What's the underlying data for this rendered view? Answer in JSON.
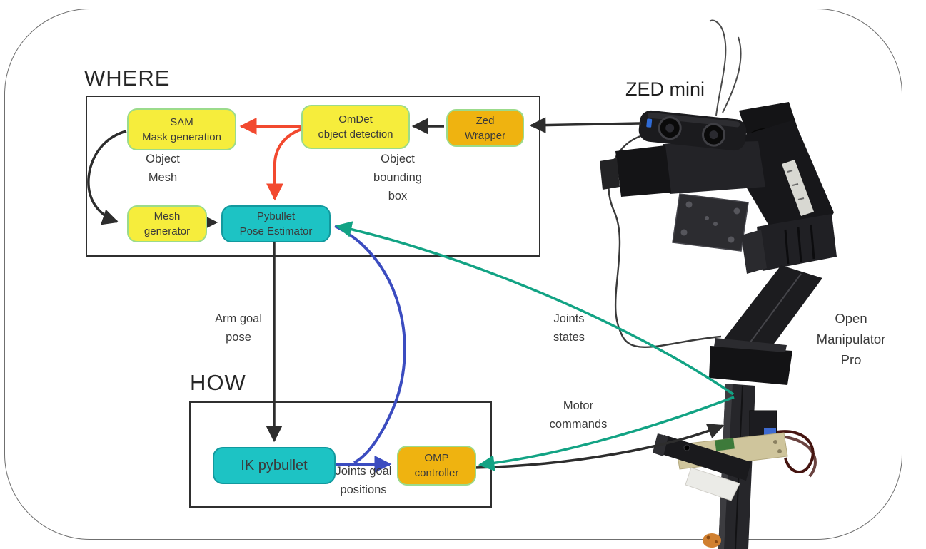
{
  "titles": {
    "where": "WHERE",
    "how": "HOW"
  },
  "photo_labels": {
    "zed_mini": "ZED mini",
    "open_manipulator": {
      "line1": "Open",
      "line2": "Manipulator",
      "line3": "Pro"
    }
  },
  "nodes": {
    "sam": {
      "line1": "SAM",
      "line2": "Mask generation"
    },
    "omdet": {
      "line1": "OmDet",
      "line2": "object detection"
    },
    "zed_wrapper": {
      "line1": "Zed",
      "line2": "Wrapper"
    },
    "mesh_generator": {
      "line1": "Mesh",
      "line2": "generator"
    },
    "pose_estimator": {
      "line1": "Pybullet",
      "line2": "Pose Estimator"
    },
    "ik_pybullet": {
      "label": "IK pybullet"
    },
    "omp_controller": {
      "line1": "OMP",
      "line2": "controller"
    }
  },
  "edge_labels": {
    "object_mesh": {
      "line1": "Object",
      "line2": "Mesh"
    },
    "object_bounding_box": {
      "line1": "Object",
      "line2": "bounding",
      "line3": "box"
    },
    "arm_goal_pose": {
      "line1": "Arm goal",
      "line2": "pose"
    },
    "joints_states": {
      "line1": "Joints",
      "line2": "states"
    },
    "motor_commands": {
      "line1": "Motor",
      "line2": "commands"
    },
    "joints_goal_positions": {
      "line1": "Joints goal",
      "line2": "positions"
    }
  },
  "colors": {
    "node_yellow": "#f6ed3c",
    "node_gold": "#efb310",
    "node_cyan": "#1dc3c4",
    "node_border_green": "#9bdb8b",
    "arrow_black": "#2d2d2d",
    "arrow_red": "#f2492f",
    "arrow_blue": "#3b4cc0",
    "arrow_teal": "#12a384",
    "frame_border": "#2f2f2f",
    "text": "#3a3a3a"
  }
}
